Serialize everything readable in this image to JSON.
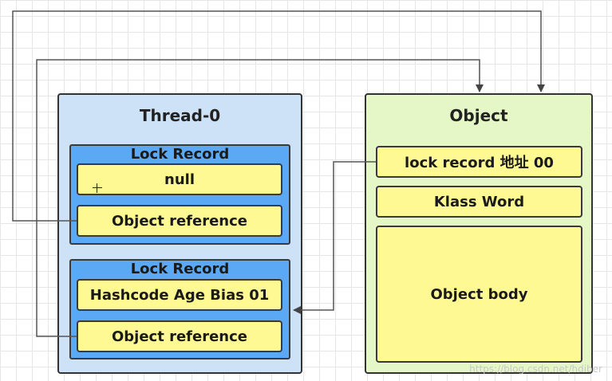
{
  "thread": {
    "title": "Thread-0",
    "records": [
      {
        "title": "Lock Record",
        "value": "null",
        "reference": "Object reference"
      },
      {
        "title": "Lock Record",
        "value": "Hashcode Age Bias 01",
        "reference": "Object reference"
      }
    ]
  },
  "object": {
    "title": "Object",
    "header": "lock record 地址 00",
    "klass": "Klass Word",
    "body": "Object body"
  },
  "watermark": "https://blog.csdn.net/hdiber",
  "colors": {
    "thread_bg": "#cde1f7",
    "object_bg": "#e6f7c7",
    "record_bg": "#5ba9f4",
    "cell_bg": "#fff993",
    "line": "#555555"
  }
}
